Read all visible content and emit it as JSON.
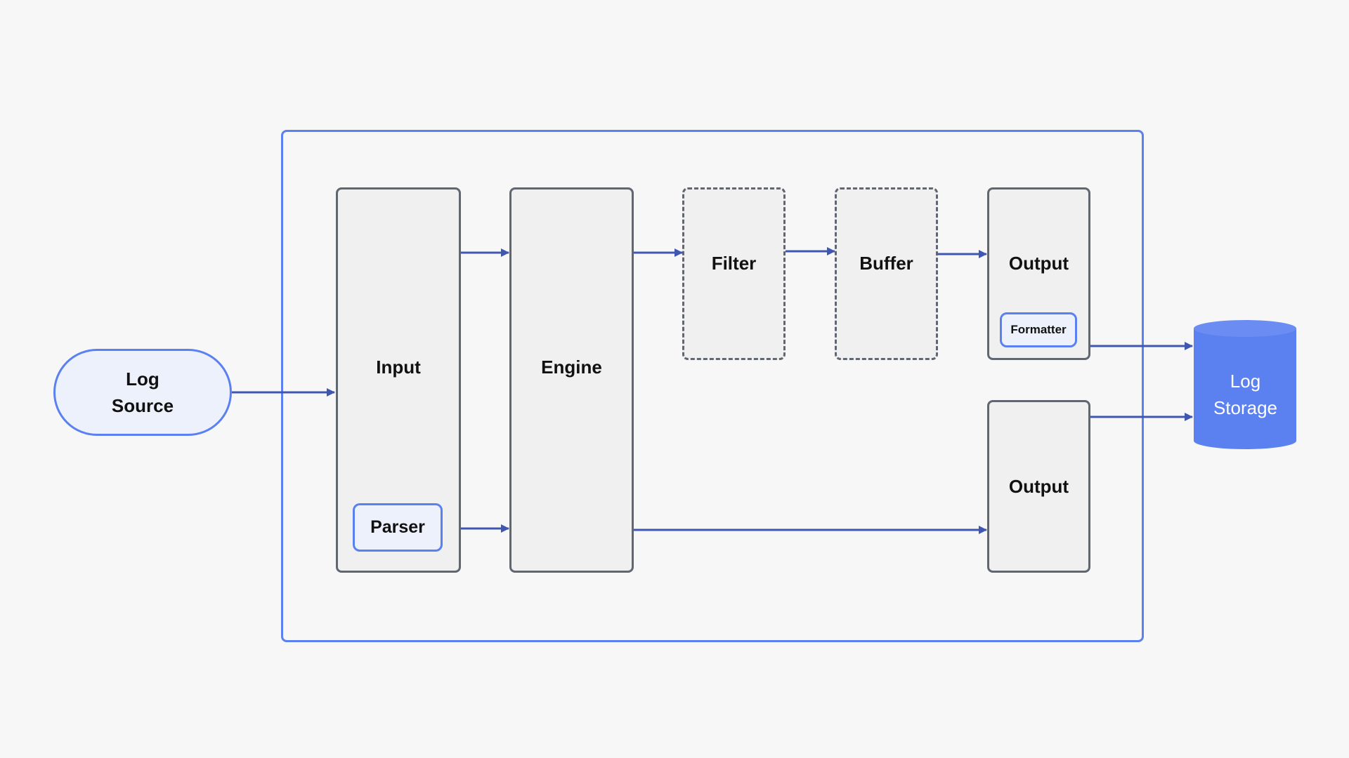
{
  "nodes": {
    "log_source": "Log\nSource",
    "input": "Input",
    "parser": "Parser",
    "engine": "Engine",
    "filter": "Filter",
    "buffer": "Buffer",
    "output_top": "Output",
    "formatter": "Formatter",
    "output_bottom": "Output",
    "log_storage": "Log\nStorage"
  },
  "edges": [
    {
      "from": "log_source",
      "to": "input"
    },
    {
      "from": "input",
      "to": "engine"
    },
    {
      "from": "parser",
      "to": "engine"
    },
    {
      "from": "engine",
      "to": "filter"
    },
    {
      "from": "filter",
      "to": "buffer"
    },
    {
      "from": "buffer",
      "to": "output_top"
    },
    {
      "from": "engine",
      "to": "output_bottom"
    },
    {
      "from": "output_top",
      "to": "log_storage"
    },
    {
      "from": "output_bottom",
      "to": "log_storage"
    }
  ],
  "colors": {
    "frame": "#5b80f0",
    "edge": "#3f57b0",
    "storage_fill": "#5b80f0",
    "box_fill": "#f0f0f0",
    "box_border": "#606672",
    "accent_fill": "#edf1fb"
  }
}
